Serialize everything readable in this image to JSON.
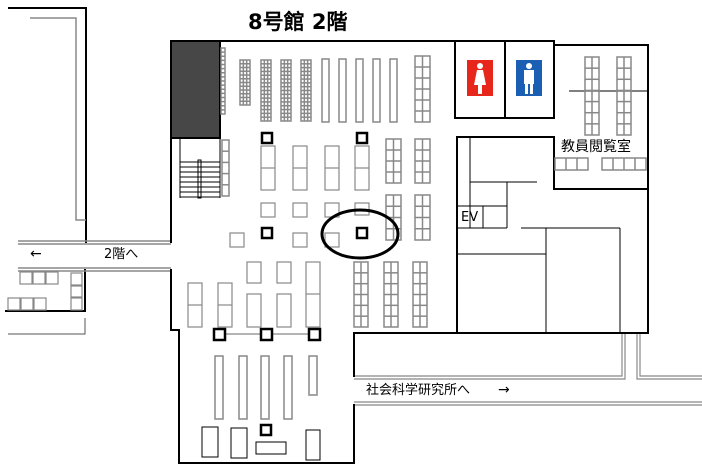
{
  "title": "8号館 2階",
  "labels": {
    "to_2f": "2階へ",
    "to_2f_arrow": "←",
    "to_institute": "社会科学研究所へ",
    "to_institute_arrow": "→",
    "staff_reading_room": "教員閲覧室",
    "elevator": "EV"
  },
  "icons": {
    "women_restroom": "female-restroom-icon",
    "men_restroom": "male-restroom-icon"
  },
  "colors": {
    "women": "#e8271c",
    "men": "#1a5fb4",
    "wall": "#000000",
    "shelf": "#808080",
    "stair_block": "#474747"
  }
}
